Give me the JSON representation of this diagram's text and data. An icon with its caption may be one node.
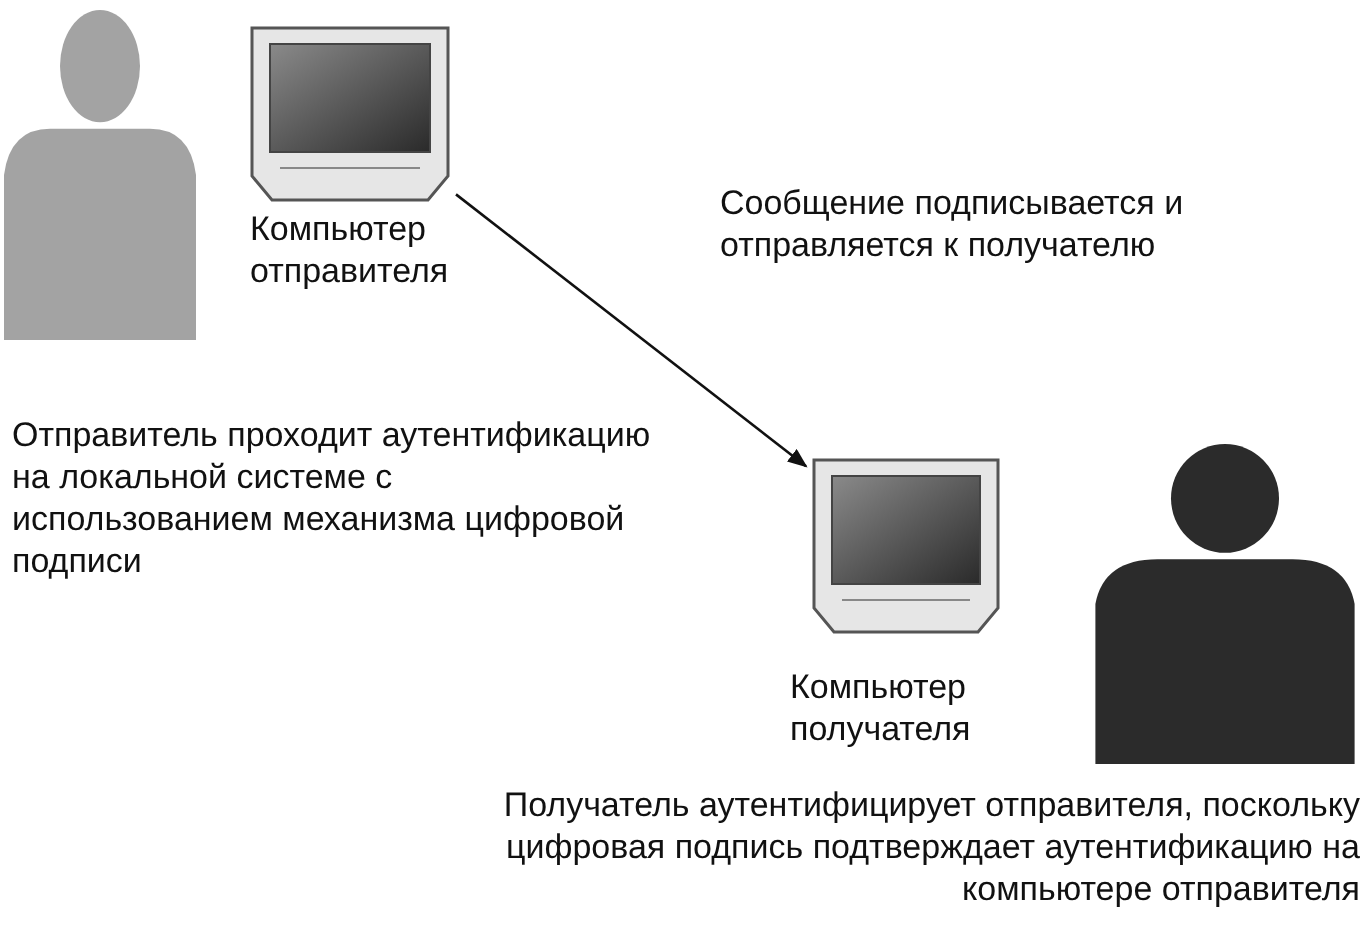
{
  "diagram": {
    "nodes": [
      {
        "text": [],
        "shape": "person"
      },
      {
        "text": [],
        "shape": "monitor",
        "beside": [
          "Компьютер отправителя"
        ]
      },
      {
        "text": [],
        "shape": "monitor",
        "beside": [
          "Компьютер получателя"
        ]
      },
      {
        "text": [],
        "shape": "person"
      }
    ],
    "edges": [
      {
        "from": 1,
        "to": 2,
        "arrow": "to",
        "label": "Сообщение подписывается и отправляется к получателю"
      }
    ],
    "labels": [
      "Отправитель проходит аутентификацию на локальной системе с использованием механизма цифровой подписи",
      "Получатель аутентифицирует отправителя, поскольку цифровая подпись подтверждает аутентификацию на компьютере отправителя"
    ]
  }
}
